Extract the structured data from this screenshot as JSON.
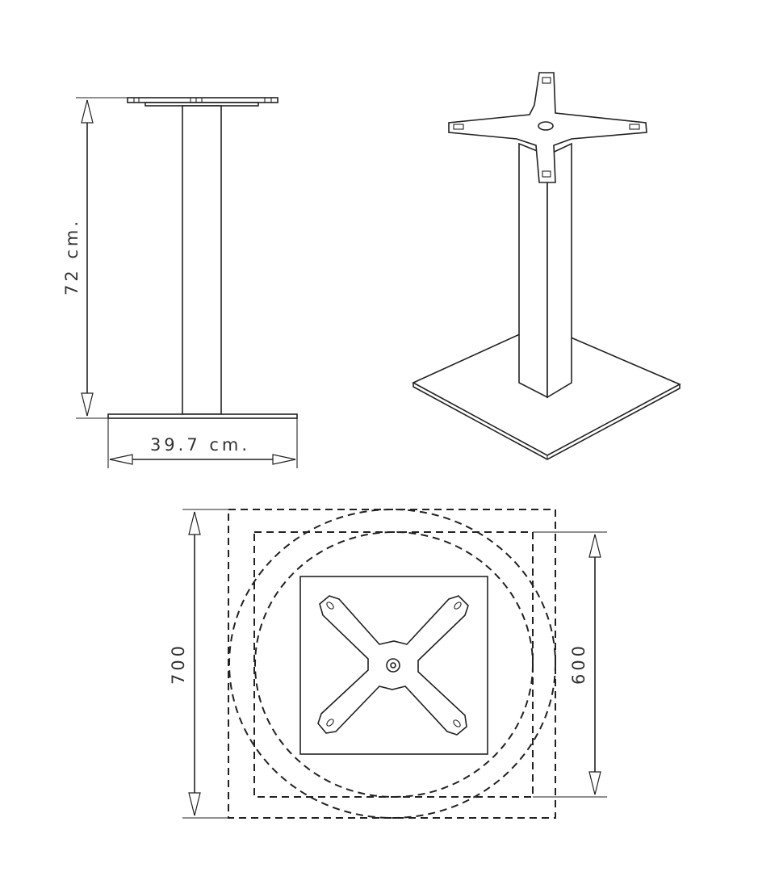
{
  "drawing": {
    "colors": {
      "line": "#222222",
      "text": "#333333",
      "background": "#ffffff"
    },
    "side_view": {
      "height_label": "72 cm.",
      "width_label": "39.7 cm."
    },
    "top_view": {
      "outer_label": "700",
      "inner_label": "600"
    }
  }
}
